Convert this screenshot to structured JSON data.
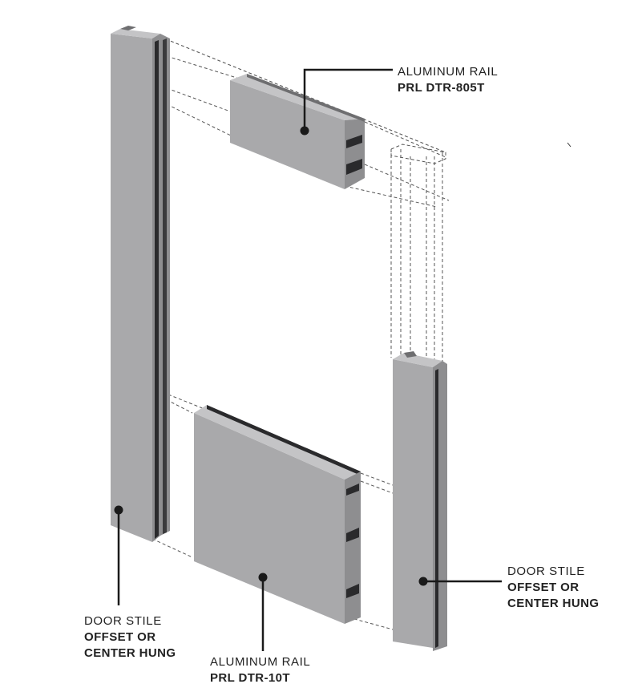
{
  "labels": {
    "top_rail": {
      "line1": "ALUMINUM RAIL",
      "line2": "PRL DTR-805T"
    },
    "right_stile": {
      "line1": "DOOR STILE",
      "line2": "OFFSET OR",
      "line3": "CENTER HUNG"
    },
    "left_stile": {
      "line1": "DOOR STILE",
      "line2": "OFFSET OR",
      "line3": "CENTER HUNG"
    },
    "bottom_rail": {
      "line1": "ALUMINUM RAIL",
      "line2": "PRL DTR-10T"
    }
  },
  "colors": {
    "aluminum_face": "#a9a9ab",
    "aluminum_light": "#c4c4c6",
    "aluminum_dark": "#6e6e70",
    "channel": "#2a2a2c",
    "leader": "#1a1a1a",
    "dashed": "#555555"
  }
}
